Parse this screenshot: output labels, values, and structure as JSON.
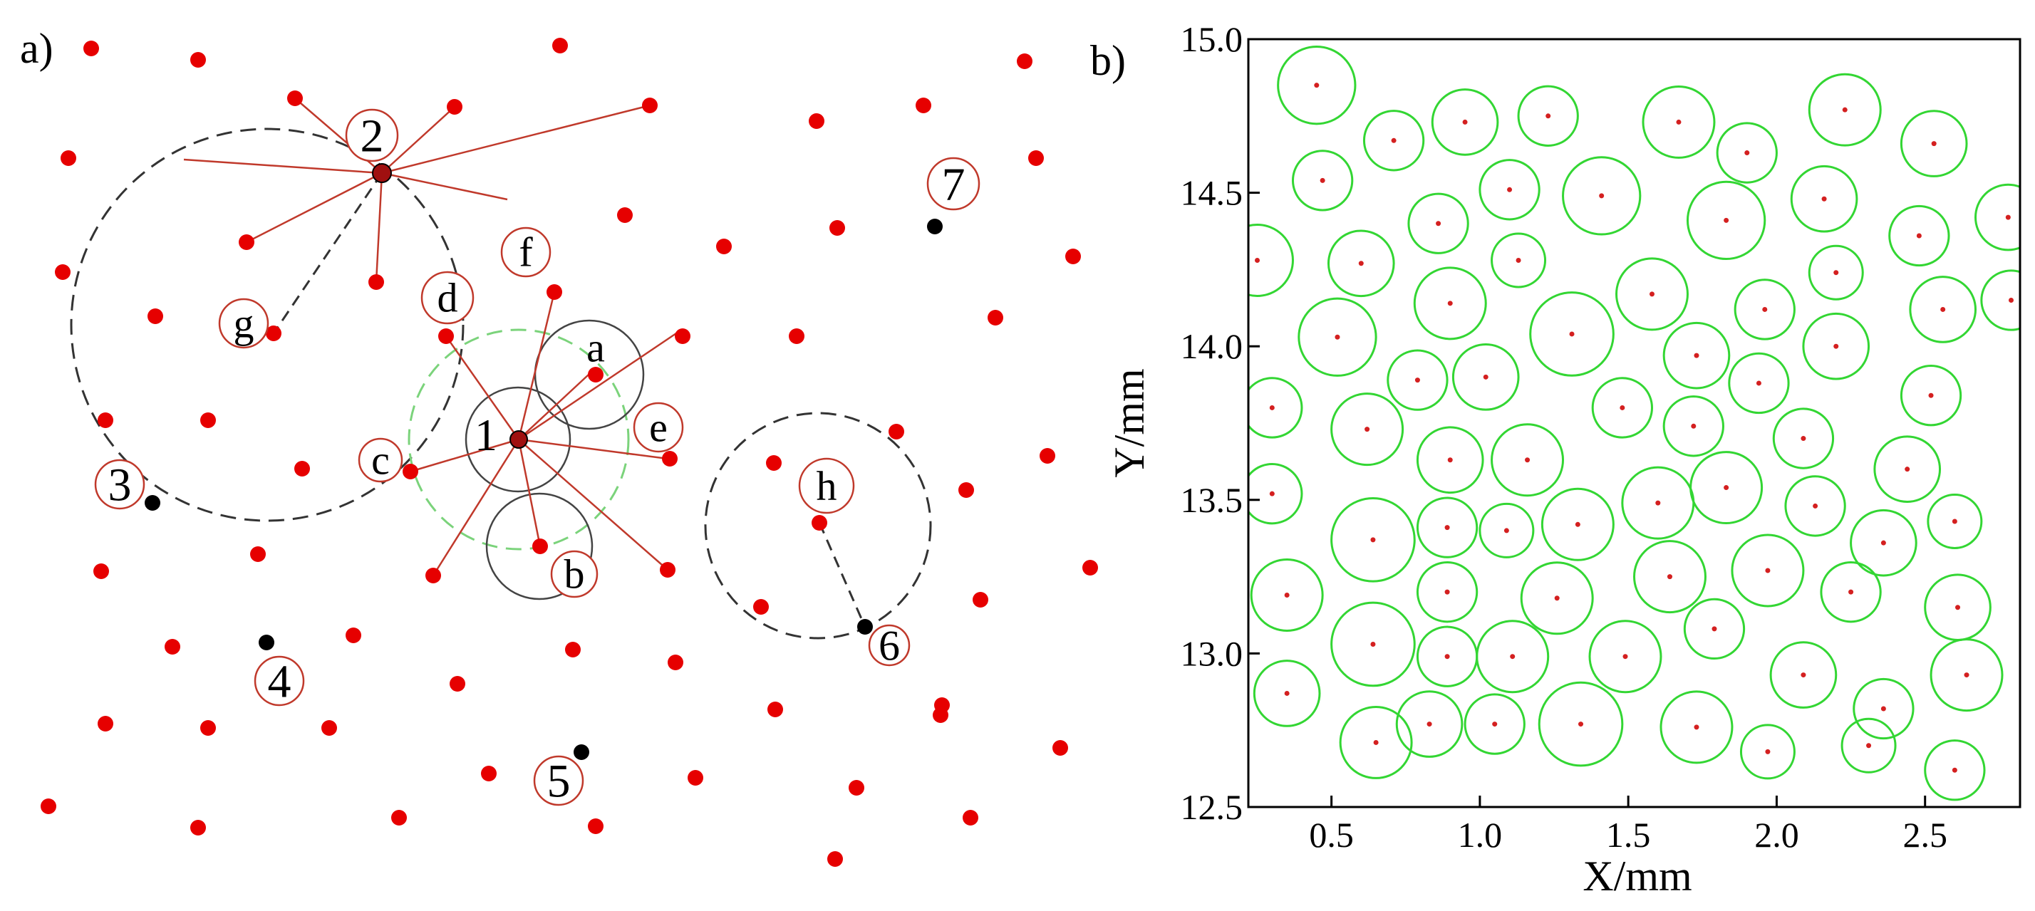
{
  "panel_a": {
    "tag": "a)",
    "point_labels": [
      "1",
      "2",
      "3",
      "4",
      "5",
      "6",
      "7",
      "a",
      "b",
      "c",
      "d",
      "e",
      "f",
      "g",
      "h"
    ],
    "colors": {
      "particle": "#e60000",
      "void_point": "#000000",
      "link": "#c0392b",
      "label_ring": "#c0392b",
      "guide_circle": "#333333",
      "neighbor_circle": "#444444",
      "cutoff_circle": "#7bd37b"
    }
  },
  "panel_b": {
    "tag": "b)"
  },
  "chart_data": {
    "type": "scatter",
    "xlabel": "X/mm",
    "ylabel": "Y/mm",
    "xlim": [
      0.22,
      2.82
    ],
    "ylim": [
      12.5,
      15.0
    ],
    "xticks": [
      "0.5",
      "1.0",
      "1.5",
      "2.0",
      "2.5"
    ],
    "yticks": [
      "12.5",
      "13.0",
      "13.5",
      "14.0",
      "14.5",
      "15.0"
    ],
    "grid": false,
    "colors": {
      "center": "#d42020",
      "circle": "#33d633"
    },
    "particles": [
      [
        0.45,
        14.85,
        0.13
      ],
      [
        0.71,
        14.67,
        0.1
      ],
      [
        0.95,
        14.73,
        0.11
      ],
      [
        1.23,
        14.75,
        0.1
      ],
      [
        1.67,
        14.73,
        0.12
      ],
      [
        1.9,
        14.63,
        0.1
      ],
      [
        2.23,
        14.77,
        0.12
      ],
      [
        2.53,
        14.66,
        0.11
      ],
      [
        0.47,
        14.54,
        0.1
      ],
      [
        0.86,
        14.4,
        0.1
      ],
      [
        1.1,
        14.51,
        0.1
      ],
      [
        1.41,
        14.49,
        0.13
      ],
      [
        1.83,
        14.41,
        0.13
      ],
      [
        2.16,
        14.48,
        0.11
      ],
      [
        2.48,
        14.36,
        0.1
      ],
      [
        2.78,
        14.42,
        0.11
      ],
      [
        0.25,
        14.28,
        0.12
      ],
      [
        0.6,
        14.27,
        0.11
      ],
      [
        0.9,
        14.14,
        0.12
      ],
      [
        1.13,
        14.28,
        0.09
      ],
      [
        1.58,
        14.17,
        0.12
      ],
      [
        1.96,
        14.12,
        0.1
      ],
      [
        2.2,
        14.24,
        0.09
      ],
      [
        2.56,
        14.12,
        0.11
      ],
      [
        0.52,
        14.03,
        0.13
      ],
      [
        0.79,
        13.89,
        0.1
      ],
      [
        1.02,
        13.9,
        0.11
      ],
      [
        1.31,
        14.04,
        0.14
      ],
      [
        1.73,
        13.97,
        0.11
      ],
      [
        1.94,
        13.88,
        0.1
      ],
      [
        2.2,
        14.0,
        0.11
      ],
      [
        2.52,
        13.84,
        0.1
      ],
      [
        2.79,
        14.15,
        0.1
      ],
      [
        0.3,
        13.8,
        0.1
      ],
      [
        0.62,
        13.73,
        0.12
      ],
      [
        0.9,
        13.63,
        0.11
      ],
      [
        1.16,
        13.63,
        0.12
      ],
      [
        1.48,
        13.8,
        0.1
      ],
      [
        1.72,
        13.74,
        0.1
      ],
      [
        2.09,
        13.7,
        0.1
      ],
      [
        2.44,
        13.6,
        0.11
      ],
      [
        0.3,
        13.52,
        0.1
      ],
      [
        0.64,
        13.37,
        0.14
      ],
      [
        0.89,
        13.41,
        0.1
      ],
      [
        1.09,
        13.4,
        0.09
      ],
      [
        1.33,
        13.42,
        0.12
      ],
      [
        1.6,
        13.49,
        0.12
      ],
      [
        1.83,
        13.54,
        0.12
      ],
      [
        2.13,
        13.48,
        0.1
      ],
      [
        2.36,
        13.36,
        0.11
      ],
      [
        2.6,
        13.43,
        0.09
      ],
      [
        0.35,
        13.19,
        0.12
      ],
      [
        0.89,
        13.2,
        0.1
      ],
      [
        1.26,
        13.18,
        0.12
      ],
      [
        1.64,
        13.25,
        0.12
      ],
      [
        1.97,
        13.27,
        0.12
      ],
      [
        2.25,
        13.2,
        0.1
      ],
      [
        2.61,
        13.15,
        0.11
      ],
      [
        0.64,
        13.03,
        0.14
      ],
      [
        0.89,
        12.99,
        0.1
      ],
      [
        1.11,
        12.99,
        0.12
      ],
      [
        1.49,
        12.99,
        0.12
      ],
      [
        1.79,
        13.08,
        0.1
      ],
      [
        2.09,
        12.93,
        0.11
      ],
      [
        2.36,
        12.82,
        0.1
      ],
      [
        2.64,
        12.93,
        0.12
      ],
      [
        0.35,
        12.87,
        0.11
      ],
      [
        0.65,
        12.71,
        0.12
      ],
      [
        0.83,
        12.77,
        0.11
      ],
      [
        1.05,
        12.77,
        0.1
      ],
      [
        1.34,
        12.77,
        0.14
      ],
      [
        1.73,
        12.76,
        0.12
      ],
      [
        1.97,
        12.68,
        0.09
      ],
      [
        2.31,
        12.7,
        0.09
      ],
      [
        2.6,
        12.62,
        0.1
      ]
    ]
  }
}
